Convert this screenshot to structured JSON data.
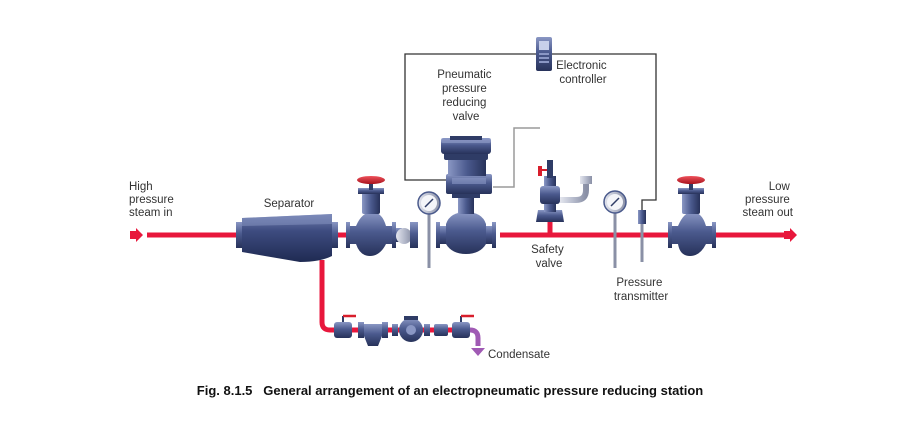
{
  "labels": {
    "inlet": [
      "High",
      "pressure",
      "steam in"
    ],
    "separator": "Separator",
    "prv": [
      "Pneumatic",
      "pressure",
      "reducing",
      "valve"
    ],
    "controller": [
      "Electronic",
      "controller"
    ],
    "safety": [
      "Safety",
      "valve"
    ],
    "transmitter": [
      "Pressure",
      "transmitter"
    ],
    "outlet": [
      "Low",
      "pressure",
      "steam out"
    ],
    "condensate": "Condensate"
  },
  "caption": "Fig. 8.1.5   General arrangement of an electropneumatic pressure reducing station",
  "colors": {
    "steam": "#e8173c",
    "condensate": "#a05ab4",
    "equipment": "#4a5a8c",
    "equipment_dark": "#2f3c66",
    "handwheel": "#d81e2c",
    "wire": "#333333",
    "grey_line": "#9a9a9a"
  }
}
